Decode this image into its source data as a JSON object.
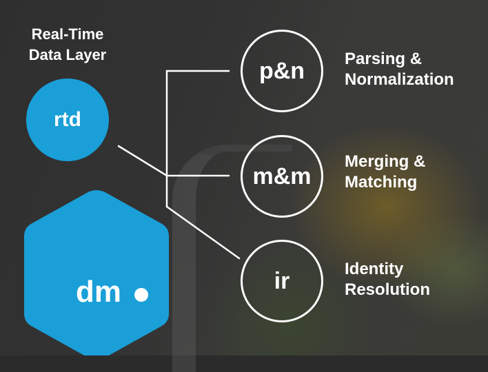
{
  "header": {
    "title": "Real-Time\nData Layer"
  },
  "source": {
    "label": "rtd",
    "color": "#1a9fd8"
  },
  "nodes": [
    {
      "id": "pn",
      "label": "p&n",
      "description": "Parsing &\nNormalization"
    },
    {
      "id": "mm",
      "label": "m&m",
      "description": "Merging &\nMatching"
    },
    {
      "id": "ir",
      "label": "ir",
      "description": "Identity\nResolution"
    }
  ],
  "logo": {
    "text": "dm",
    "color": "#1a9fd8"
  },
  "colors": {
    "accent": "#1a9fd8",
    "line": "#ffffff"
  }
}
